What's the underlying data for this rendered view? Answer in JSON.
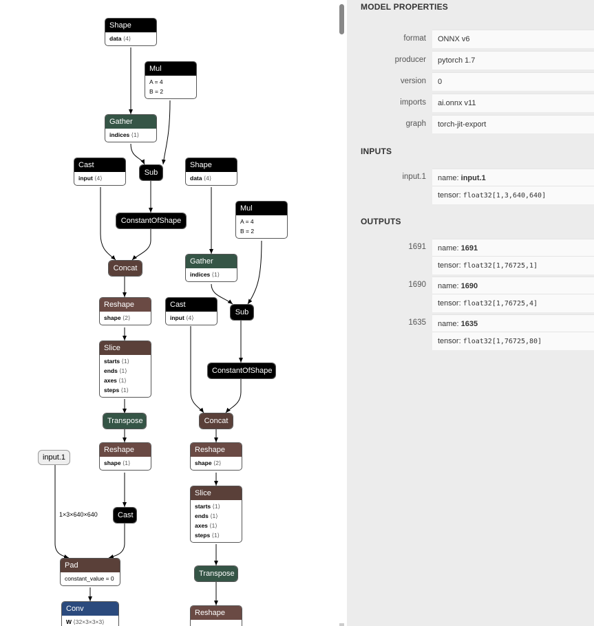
{
  "graph": {
    "nodes": {
      "shape1": {
        "title": "Shape",
        "attrs": [
          {
            "k": "data",
            "v": "⟨4⟩"
          }
        ]
      },
      "mul1": {
        "title": "Mul",
        "attrs": [
          {
            "k": "A",
            "v": "= 4",
            "plain": true
          },
          {
            "k": "B",
            "v": "= 2",
            "plain": true
          }
        ]
      },
      "gather1": {
        "title": "Gather",
        "attrs": [
          {
            "k": "indices",
            "v": "⟨1⟩"
          }
        ]
      },
      "sub1": {
        "title": "Sub"
      },
      "cast1": {
        "title": "Cast",
        "attrs": [
          {
            "k": "input",
            "v": "⟨4⟩"
          }
        ]
      },
      "cos1": {
        "title": "ConstantOfShape"
      },
      "concat1": {
        "title": "Concat"
      },
      "reshape1": {
        "title": "Reshape",
        "attrs": [
          {
            "k": "shape",
            "v": "⟨2⟩"
          }
        ]
      },
      "slice1": {
        "title": "Slice",
        "attrs": [
          {
            "k": "starts",
            "v": "⟨1⟩"
          },
          {
            "k": "ends",
            "v": "⟨1⟩"
          },
          {
            "k": "axes",
            "v": "⟨1⟩"
          },
          {
            "k": "steps",
            "v": "⟨1⟩"
          }
        ]
      },
      "transpose1": {
        "title": "Transpose"
      },
      "reshape2": {
        "title": "Reshape",
        "attrs": [
          {
            "k": "shape",
            "v": "⟨1⟩"
          }
        ]
      },
      "cast2": {
        "title": "Cast"
      },
      "pad1": {
        "title": "Pad",
        "attrs": [
          {
            "k": "constant_value",
            "v": "= 0",
            "plain": true
          }
        ]
      },
      "conv1": {
        "title": "Conv",
        "attrs": [
          {
            "k": "W",
            "v": "⟨32×3×3×3⟩"
          }
        ]
      },
      "shape2": {
        "title": "Shape",
        "attrs": [
          {
            "k": "data",
            "v": "⟨4⟩"
          }
        ]
      },
      "mul2": {
        "title": "Mul",
        "attrs": [
          {
            "k": "A",
            "v": "= 4",
            "plain": true
          },
          {
            "k": "B",
            "v": "= 2",
            "plain": true
          }
        ]
      },
      "gather2": {
        "title": "Gather",
        "attrs": [
          {
            "k": "indices",
            "v": "⟨1⟩"
          }
        ]
      },
      "cast3": {
        "title": "Cast",
        "attrs": [
          {
            "k": "input",
            "v": "⟨4⟩"
          }
        ]
      },
      "sub2": {
        "title": "Sub"
      },
      "cos2": {
        "title": "ConstantOfShape"
      },
      "concat2": {
        "title": "Concat"
      },
      "reshape3": {
        "title": "Reshape",
        "attrs": [
          {
            "k": "shape",
            "v": "⟨2⟩"
          }
        ]
      },
      "slice2": {
        "title": "Slice",
        "attrs": [
          {
            "k": "starts",
            "v": "⟨1⟩"
          },
          {
            "k": "ends",
            "v": "⟨1⟩"
          },
          {
            "k": "axes",
            "v": "⟨1⟩"
          },
          {
            "k": "steps",
            "v": "⟨1⟩"
          }
        ]
      },
      "transpose2": {
        "title": "Transpose"
      },
      "reshape4": {
        "title": "Reshape"
      }
    },
    "input_node": "input.1",
    "edge_label": "1×3×640×640"
  },
  "panel": {
    "model_title": "MODEL PROPERTIES",
    "properties": [
      {
        "label": "format",
        "value": "ONNX v6"
      },
      {
        "label": "producer",
        "value": "pytorch 1.7"
      },
      {
        "label": "version",
        "value": "0"
      },
      {
        "label": "imports",
        "value": "ai.onnx v11"
      },
      {
        "label": "graph",
        "value": "torch-jit-export"
      }
    ],
    "inputs_title": "INPUTS",
    "inputs": [
      {
        "id": "input.1",
        "name_prefix": "name: ",
        "name": "input.1",
        "tensor_prefix": "tensor: ",
        "tensor": "float32[1,3,640,640]"
      }
    ],
    "outputs_title": "OUTPUTS",
    "outputs": [
      {
        "id": "1691",
        "name_prefix": "name: ",
        "name": "1691",
        "tensor_prefix": "tensor: ",
        "tensor": "float32[1,76725,1]"
      },
      {
        "id": "1690",
        "name_prefix": "name: ",
        "name": "1690",
        "tensor_prefix": "tensor: ",
        "tensor": "float32[1,76725,4]"
      },
      {
        "id": "1635",
        "name_prefix": "name: ",
        "name": "1635",
        "tensor_prefix": "tensor: ",
        "tensor": "float32[1,76725,80]"
      }
    ]
  }
}
